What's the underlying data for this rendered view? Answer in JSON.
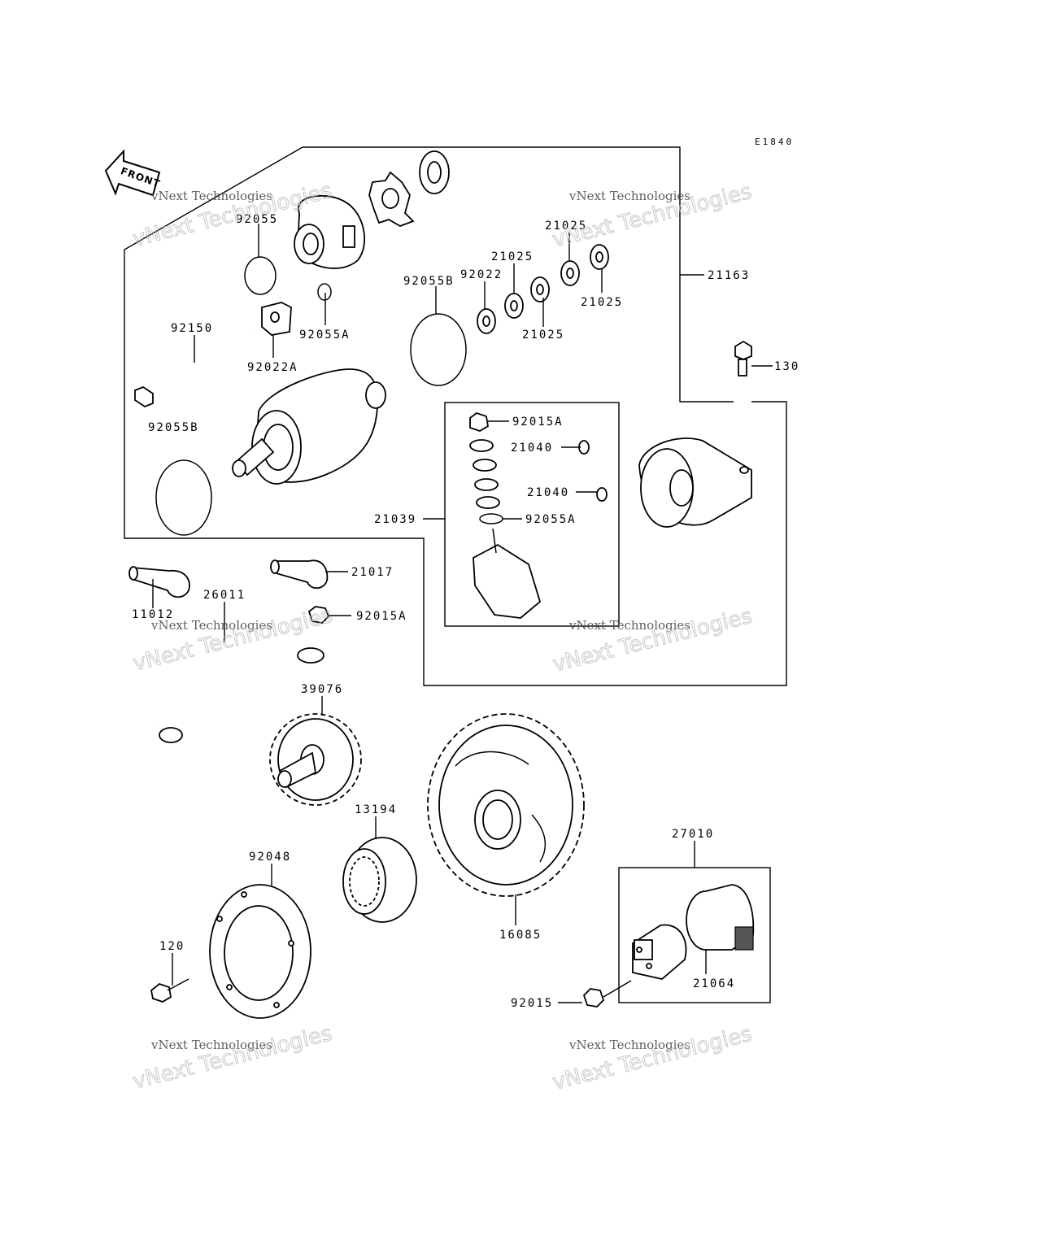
{
  "diagram_ref": "E1840",
  "front_label": "FRONT",
  "watermark": {
    "line1": "vNext Technologies",
    "line2": "vNext Technologies"
  },
  "labels": {
    "p92055": "92055",
    "p92055A_top": "92055A",
    "p92055B_right": "92055B",
    "p92022": "92022",
    "p21025_a": "21025",
    "p21025_b": "21025",
    "p21025_c": "21025",
    "p21025_d": "21025",
    "p21163": "21163",
    "p92150": "92150",
    "p92022A": "92022A",
    "p130": "130",
    "p92055B_left": "92055B",
    "p92015A_top": "92015A",
    "p21040_a": "21040",
    "p21040_b": "21040",
    "p21039": "21039",
    "p92055A_mid": "92055A",
    "p21017": "21017",
    "p11012": "11012",
    "p26011": "26011",
    "p92015A_bottom": "92015A",
    "p39076": "39076",
    "p13194": "13194",
    "p92048": "92048",
    "p16085": "16085",
    "p27010": "27010",
    "p120": "120",
    "p21064": "21064",
    "p92015": "92015"
  }
}
